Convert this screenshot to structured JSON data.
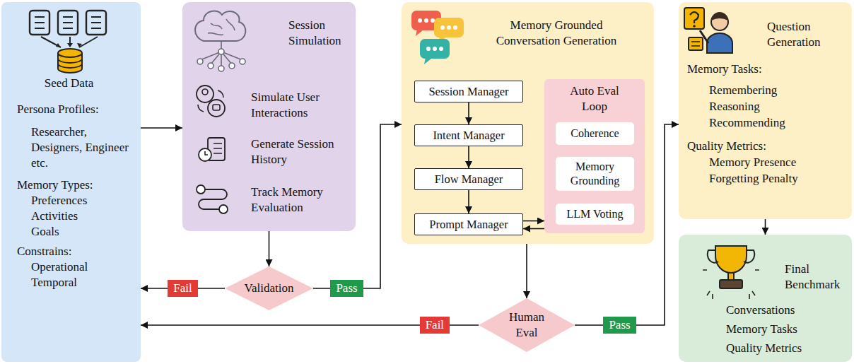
{
  "diagram": {
    "nodes": [
      {
        "text": [
          "Seed Data",
          "Persona Profiles:",
          "Researcher, Designers, Engineer etc.",
          "Memory Types:",
          "Preferences",
          "Activities",
          "Goals",
          "Constrains:",
          "Operational",
          "Temporal"
        ]
      },
      {
        "text": [
          "Session Simulation",
          "Simulate User Interactions",
          "Generate Session History",
          "Track Memory Evaluation"
        ]
      },
      {
        "text": [
          "Memory Grounded Conversation Generation"
        ]
      },
      {
        "text": [
          "Session Manager"
        ],
        "in": 2
      },
      {
        "text": [
          "Intent Manager"
        ],
        "in": 2
      },
      {
        "text": [
          "Flow Manager"
        ],
        "in": 2
      },
      {
        "text": [
          "Prompt Manager"
        ],
        "in": 2
      },
      {
        "text": [
          "Auto Eval Loop"
        ],
        "in": 2
      },
      {
        "text": [
          "Coherence"
        ],
        "in": 7
      },
      {
        "text": [
          "Memory Grounding"
        ],
        "in": 7
      },
      {
        "text": [
          "LLM Voting"
        ],
        "in": 7
      },
      {
        "text": [
          "Question Generation",
          "Memory Tasks:",
          "Remembering",
          "Reasoning",
          "Recommending",
          "Quality Metrics:",
          "Memory Presence",
          "Forgetting Penalty"
        ]
      },
      {
        "text": [
          "Final Benchmark",
          "Conversations",
          "Memory Tasks",
          "Quality Metrics"
        ]
      },
      {
        "text": [
          "Validation"
        ]
      },
      {
        "text": [
          "Human Eval"
        ]
      }
    ],
    "edges": [
      {
        "from": 0,
        "to": 1,
        "arrow": "to"
      },
      {
        "from": 1,
        "to": 13,
        "arrow": "to"
      },
      {
        "from": 13,
        "to": 0,
        "label": "Fail",
        "arrow": "to"
      },
      {
        "from": 13,
        "to": 2,
        "label": "Pass",
        "arrow": "to"
      },
      {
        "from": 3,
        "to": 4,
        "arrow": "to"
      },
      {
        "from": 4,
        "to": 5,
        "arrow": "to"
      },
      {
        "from": 5,
        "to": 6,
        "arrow": "to"
      },
      {
        "from": 6,
        "to": 7,
        "arrow": "to"
      },
      {
        "from": 7,
        "to": 6,
        "arrow": "to"
      },
      {
        "from": 2,
        "to": 14,
        "arrow": "to"
      },
      {
        "from": 14,
        "to": 0,
        "label": "Fail",
        "arrow": "to"
      },
      {
        "from": 14,
        "to": 11,
        "label": "Pass",
        "arrow": "to"
      },
      {
        "from": 11,
        "to": 12,
        "arrow": "to"
      }
    ]
  }
}
